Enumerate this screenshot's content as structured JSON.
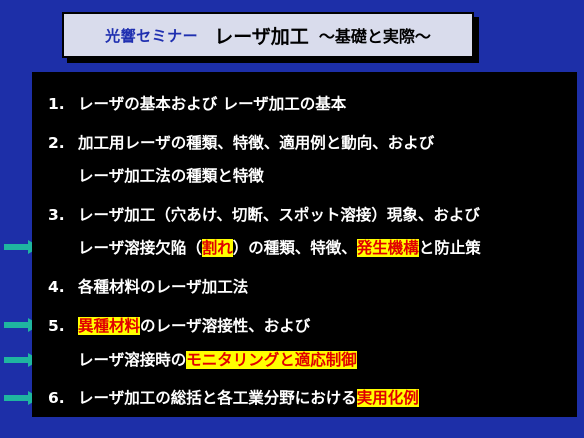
{
  "title": {
    "org": "光響セミナー",
    "main": "レーザ加工",
    "sub": "～基礎と実際～"
  },
  "items": [
    {
      "num": "1.",
      "parts": [
        "レーザの基本および レーザ加工の基本"
      ]
    },
    {
      "num": "2.",
      "parts": [
        "加工用レーザの種類、特徴、適用例と動向、および"
      ]
    },
    {
      "num": "",
      "parts": [
        "レーザ加工法の種類と特徴"
      ]
    },
    {
      "num": "3.",
      "parts": [
        "レーザ加工（穴あけ、切断、スポット溶接）現象、および"
      ]
    },
    {
      "num": "",
      "parts": [
        "レーザ溶接欠陥（",
        "割れ",
        "）の種類、特徴、",
        "発生機構",
        "と防止策"
      ]
    },
    {
      "num": "4.",
      "parts": [
        "各種材料のレーザ加工法"
      ]
    },
    {
      "num": "5.",
      "parts": [
        "",
        "異種材料",
        "のレーザ溶接性、および"
      ]
    },
    {
      "num": "",
      "parts": [
        "レーザ溶接時の",
        "モニタリングと適応制御"
      ]
    },
    {
      "num": "6.",
      "parts": [
        "レーザ加工の総括と各工業分野における",
        "実用化例"
      ]
    }
  ],
  "colors": {
    "background": "#1d2fa8",
    "panel": "#000000",
    "highlight_bg": "#ffff00",
    "highlight_text": "#e00000",
    "arrow": "#1fb5a0",
    "title_box": "#d9dcec",
    "title_org": "#1f2fb0"
  },
  "icons": [
    "right-arrow-icon"
  ]
}
